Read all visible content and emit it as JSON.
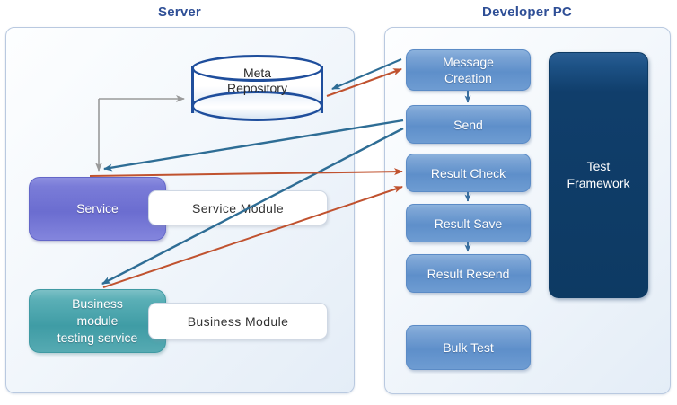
{
  "panels": {
    "server": {
      "title": "Server"
    },
    "devpc": {
      "title": "Developer PC"
    }
  },
  "server": {
    "repository": {
      "label": "Meta\nRepository",
      "line1": "Meta",
      "line2": "Repository",
      "icon": "database-cylinder-icon"
    },
    "roles": [
      {
        "id": "service",
        "label": "Service",
        "color": "#6b6dd0"
      },
      {
        "id": "business",
        "label": "Business\nmodule\ntesting service",
        "line1": "Business",
        "line2": "module",
        "line3": "testing service",
        "color": "#3f9ca5"
      }
    ],
    "modules": [
      {
        "id": "service-module",
        "label": "Service  Module"
      },
      {
        "id": "business-module",
        "label": "Business  Module"
      }
    ]
  },
  "devpc": {
    "steps": [
      {
        "id": "message-creation",
        "label": "Message\nCreation",
        "line1": "Message",
        "line2": "Creation"
      },
      {
        "id": "send",
        "label": "Send"
      },
      {
        "id": "result-check",
        "label": "Result  Check"
      },
      {
        "id": "result-save",
        "label": "Result  Save"
      },
      {
        "id": "result-resend",
        "label": "Result  Resend"
      },
      {
        "id": "bulk-test",
        "label": "Bulk Test"
      }
    ],
    "framework": {
      "label": "Test\nFramework",
      "line1": "Test",
      "line2": "Framework"
    }
  },
  "colors": {
    "title": "#2f4f96",
    "panel_border": "#b9c9e0",
    "step_blue": "#6e9cd2",
    "framework_navy": "#0d3a63",
    "service_purple": "#6b6dd0",
    "business_teal": "#3f9ca5",
    "repository_outline": "#1f4e9c",
    "arrow_blue": "#2e6d95",
    "arrow_red": "#c0522f",
    "arrow_gray": "#9a9a9a",
    "arrow_step": "#3a6f9f"
  },
  "connectors": [
    {
      "id": "gray-service-to-repository",
      "color": "#9a9a9a",
      "desc": "service to meta repository"
    },
    {
      "id": "gray-repository-to-service",
      "color": "#9a9a9a",
      "desc": "meta repository down to service"
    },
    {
      "id": "blue-message-creation-to-repository",
      "color": "#2e6d95",
      "desc": "message creation to meta repository"
    },
    {
      "id": "red-repository-to-message-creation",
      "color": "#c0522f",
      "desc": "meta repository to message creation"
    },
    {
      "id": "blue-send-to-service",
      "color": "#2e6d95",
      "desc": "send to service"
    },
    {
      "id": "blue-send-to-business",
      "color": "#2e6d95",
      "desc": "send to business module testing service"
    },
    {
      "id": "red-service-to-result-check",
      "color": "#c0522f",
      "desc": "service to result check"
    },
    {
      "id": "red-business-to-result-check",
      "color": "#c0522f",
      "desc": "business module to result check"
    },
    {
      "id": "step-flow-arrows",
      "color": "#3a6f9f",
      "desc": "sequential flow between dev pc steps"
    }
  ]
}
